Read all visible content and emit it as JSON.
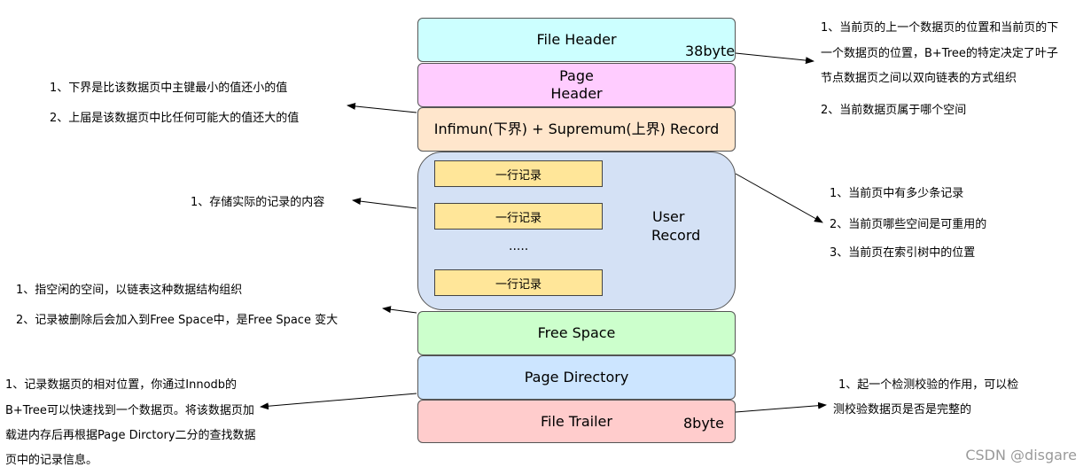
{
  "sections": {
    "file_header": {
      "label": "File Header",
      "size": "38byte",
      "color": "#ccffff"
    },
    "page_header": {
      "label_line1": "Page",
      "label_line2": "Header",
      "color": "#ffccff"
    },
    "infimum": {
      "label": "Infimun(下界) + Supremum(上界) Record",
      "color": "#ffe6cc"
    },
    "user_record": {
      "label_line1": "User",
      "label_line2": "Record",
      "color": "#d4e1f5",
      "rows": [
        "一行记录",
        "一行记录",
        "一行记录"
      ],
      "ellipsis": ".....",
      "row_color": "#ffe699"
    },
    "free_space": {
      "label": "Free Space",
      "color": "#ccffcc"
    },
    "page_directory": {
      "label": "Page Directory",
      "color": "#cce5ff"
    },
    "file_trailer": {
      "label": "File Trailer",
      "size": "8byte",
      "color": "#ffcccc"
    }
  },
  "notes": {
    "file_header": [
      "1、当前页的上一个数据页的位置和当前页的下",
      "一个数据页的位置，B+Tree的特定决定了叶子",
      "节点数据页之间以双向链表的方式组织",
      "2、当前数据页属于哪个空间"
    ],
    "infimum": [
      "1、下界是比该数据页中主键最小的值还小的值",
      "2、上届是该数据页中比任何可能大的值还大的值"
    ],
    "user_record": [
      "1、存储实际的记录的内容"
    ],
    "page_header": [
      "1、当前页中有多少条记录",
      "2、当前页哪些空间是可重用的",
      "3、当前页在索引树中的位置"
    ],
    "free_space": [
      "1、指空闲的空间，以链表这种数据结构组织",
      "2、记录被删除后会加入到Free Space中，是Free Space 变大"
    ],
    "page_directory": [
      "1、记录数据页的相对位置，你通过Innodb的",
      "B+Tree可以快速找到一个数据页。将该数据页加",
      "载进内存后再根据Page Dirctory二分的查找数据",
      "页中的记录信息。"
    ],
    "file_trailer": [
      "1、起一个检测校验的作用，可以检",
      "测校验数据页是否是完整的"
    ]
  },
  "watermark": "CSDN @disgare"
}
